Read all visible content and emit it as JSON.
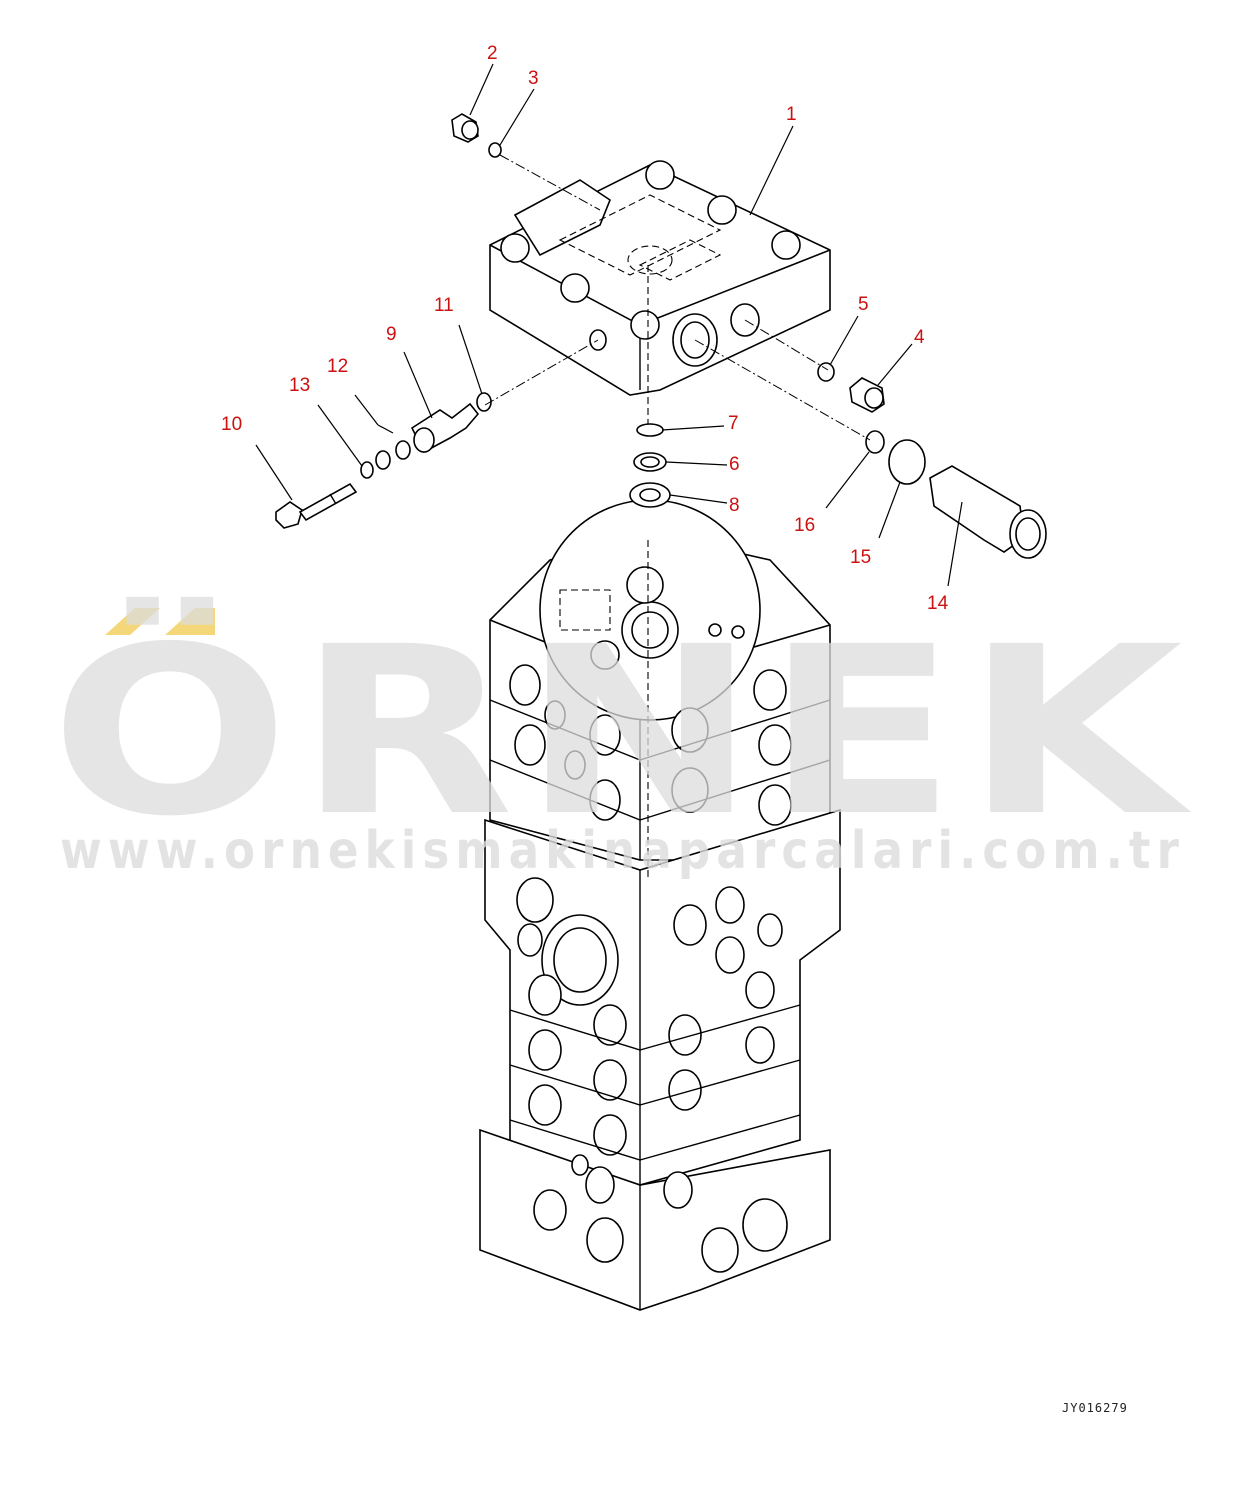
{
  "callouts": [
    {
      "label": "1"
    },
    {
      "label": "2"
    },
    {
      "label": "3"
    },
    {
      "label": "4"
    },
    {
      "label": "5"
    },
    {
      "label": "6"
    },
    {
      "label": "7"
    },
    {
      "label": "8"
    },
    {
      "label": "9"
    },
    {
      "label": "10"
    },
    {
      "label": "11"
    },
    {
      "label": "12"
    },
    {
      "label": "13"
    },
    {
      "label": "14"
    },
    {
      "label": "15"
    },
    {
      "label": "16"
    }
  ],
  "watermark": {
    "brand": "ÖRNEK",
    "url": "www.ornekismakinaparcalari.com.tr",
    "accent_color": "#f2d060"
  },
  "drawing_code": "JY016279",
  "colors": {
    "callout": "#cc1111",
    "line": "#000000",
    "watermark": "#dcdcdc"
  }
}
